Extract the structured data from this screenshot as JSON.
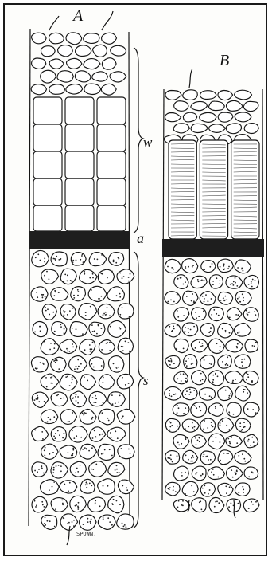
{
  "figure": {
    "panels": [
      {
        "id": "A",
        "label": "A"
      },
      {
        "id": "B",
        "label": "B"
      }
    ],
    "region_labels": {
      "w": "w",
      "a": "a",
      "s": "s"
    },
    "signature": "SPOWN."
  }
}
